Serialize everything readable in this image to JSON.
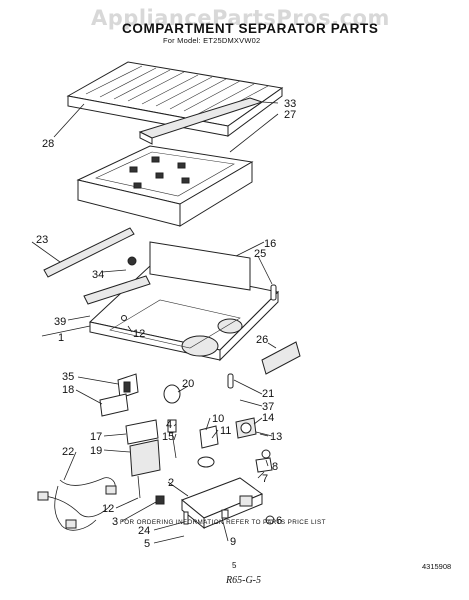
{
  "watermark": "AppliancePartsPros.com",
  "title": "COMPARTMENT SEPARATOR PARTS",
  "model_line": "For Model: ET25DMXVW02",
  "footer": "FOR ORDERING INFORMATION REFER TO PARTS PRICE LIST",
  "page_number": "5",
  "doc_code": "4315908",
  "handwritten_note": "R65-G-5",
  "callouts": [
    {
      "id": "c33",
      "label": "33"
    },
    {
      "id": "c27",
      "label": "27"
    },
    {
      "id": "c28",
      "label": "28"
    },
    {
      "id": "c23",
      "label": "23"
    },
    {
      "id": "c16",
      "label": "16"
    },
    {
      "id": "c25",
      "label": "25"
    },
    {
      "id": "c34",
      "label": "34"
    },
    {
      "id": "c39",
      "label": "39"
    },
    {
      "id": "c12a",
      "label": "12"
    },
    {
      "id": "c1",
      "label": "1"
    },
    {
      "id": "c26",
      "label": "26"
    },
    {
      "id": "c35",
      "label": "35"
    },
    {
      "id": "c18",
      "label": "18"
    },
    {
      "id": "c20",
      "label": "20"
    },
    {
      "id": "c21",
      "label": "21"
    },
    {
      "id": "c37",
      "label": "37"
    },
    {
      "id": "c14",
      "label": "14"
    },
    {
      "id": "c10",
      "label": "10"
    },
    {
      "id": "c11",
      "label": "11"
    },
    {
      "id": "c13",
      "label": "13"
    },
    {
      "id": "c4",
      "label": "4"
    },
    {
      "id": "c15",
      "label": "15"
    },
    {
      "id": "c17",
      "label": "17"
    },
    {
      "id": "c19",
      "label": "19"
    },
    {
      "id": "c22",
      "label": "22"
    },
    {
      "id": "c8",
      "label": "8"
    },
    {
      "id": "c7",
      "label": "7"
    },
    {
      "id": "c2",
      "label": "2"
    },
    {
      "id": "c12b",
      "label": "12"
    },
    {
      "id": "c3",
      "label": "3"
    },
    {
      "id": "c24",
      "label": "24"
    },
    {
      "id": "c5",
      "label": "5"
    },
    {
      "id": "c9",
      "label": "9"
    },
    {
      "id": "c6",
      "label": "6"
    }
  ]
}
